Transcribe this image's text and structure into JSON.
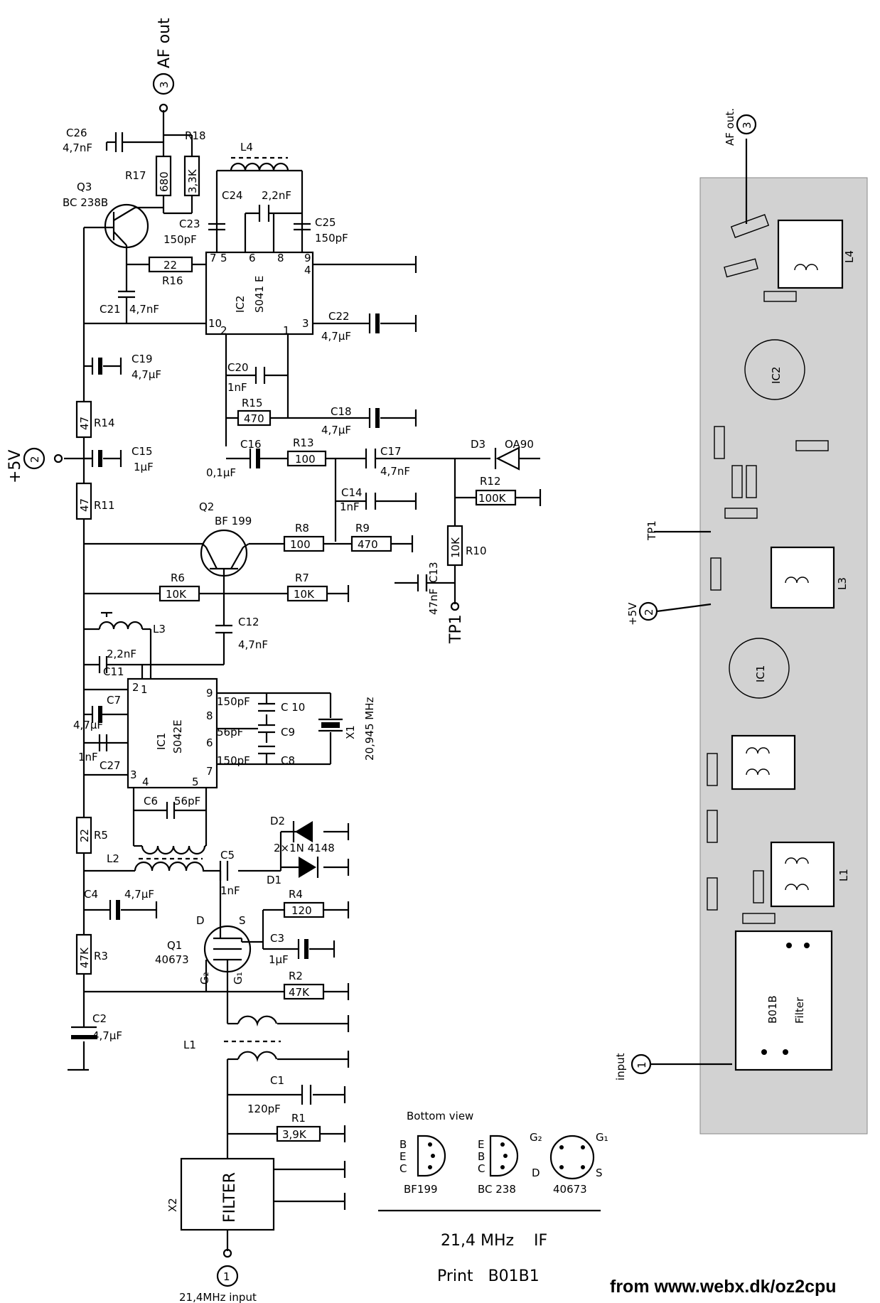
{
  "labels": {
    "af_out": "AF out",
    "af_out_pcb": "AF out.",
    "c26": "C26",
    "c26_v": "4,7nF",
    "r18": "R18",
    "r18_v": "3,3K",
    "r17": "R17",
    "r17_v": "680",
    "l4": "L4",
    "q3": "Q3",
    "q3_type": "BC 238B",
    "c24": "C24",
    "c24_v": "2,2nF",
    "c23": "C23",
    "c23_v": "150pF",
    "c25": "C25",
    "c25_v": "150pF",
    "r16": "R16",
    "r16_v": "22",
    "c21": "C21",
    "c21_v": "4,7nF",
    "ic2": "IC2",
    "ic2_type": "S041 E",
    "c22": "C22",
    "c22_v": "4,7µF",
    "c19": "C19",
    "c19_v": "4,7µF",
    "c20": "C20",
    "c20_v": "1nF",
    "r15": "R15",
    "r15_v": "470",
    "c18": "C18",
    "c18_v": "4,7µF",
    "r14": "R14",
    "r14_v": "47",
    "plus5v": "+5V",
    "c15": "C15",
    "c15_v": "1µF",
    "c16": "C16",
    "c16_v": "0,1µF",
    "r13": "R13",
    "r13_v": "100",
    "c17": "C17",
    "c17_v": "4,7nF",
    "d3": "D3",
    "d3_type": "OA90",
    "c14": "C14",
    "c14_v": "1nF",
    "r12": "R12",
    "r12_v": "100K",
    "r11": "R11",
    "r11_v": "47",
    "q2": "Q2",
    "q2_type": "BF 199",
    "r8": "R8",
    "r8_v": "100",
    "r9": "R9",
    "r9_v": "470",
    "r10": "R10",
    "r10_v": "10K",
    "c13": "C13",
    "c13_v": "47nF",
    "tp1": "TP1",
    "r6": "R6",
    "r6_v": "10K",
    "r7": "R7",
    "r7_v": "10K",
    "l3": "L3",
    "c12": "C12",
    "c12_v": "4,7nF",
    "c11": "C11",
    "c11_v": "2,2nF",
    "c7": "C7",
    "c7_v": "4,7µF",
    "ic1": "IC1",
    "ic1_type": "S042E",
    "c10": "C 10",
    "c10_v": "150pF",
    "c9": "C9",
    "c9_v": "56pF",
    "c8": "C8",
    "c8_v": "150pF",
    "x1": "X1",
    "x1_v": "20,945 MHz",
    "c27": "C27",
    "c27_v": "1nF",
    "c6": "C6",
    "c6_v": "56pF",
    "r5": "R5",
    "r5_v": "22",
    "d2": "D2",
    "d1": "D1",
    "diodes_v": "2×1N 4148",
    "l2": "L2",
    "c5": "C5",
    "c5_v": "1nF",
    "c4": "C4",
    "c4_v": "4,7µF",
    "r4": "R4",
    "r4_v": "120",
    "q1": "Q1",
    "q1_type": "40673",
    "d_pin": "D",
    "s_pin": "S",
    "g1_pin": "G₁",
    "g2_pin": "G₂",
    "c3": "C3",
    "c3_v": "1µF",
    "r3": "R3",
    "r3_v": "47K",
    "r2": "R2",
    "r2_v": "47K",
    "c2": "C2",
    "c2_v": "4,7µF",
    "l1": "L1",
    "c1": "C1",
    "c1_v": "120pF",
    "r1": "R1",
    "r1_v": "3,9K",
    "x2": "X2",
    "filter": "FILTER",
    "input_label": "21,4MHz input",
    "input_pcb": "input",
    "bottom_view": "Bottom view",
    "bf199": "BF199",
    "bc238": "BC 238",
    "p40673": "40673",
    "pin_b": "B",
    "pin_e": "E",
    "pin_c": "C",
    "pin_g2": "G₂",
    "pin_g1": "G₁",
    "pin_d": "D",
    "pin_s": "S",
    "title": "21,4 MHz    IF",
    "print": "Print   B01B1",
    "pcb_filter_code": "B01B",
    "pcb_filter_word": "Filter",
    "n1": "1",
    "n2": "2",
    "n3": "3",
    "pin4": "4",
    "pin5": "5",
    "pin6": "6",
    "pin7": "7",
    "pin8": "8",
    "pin9": "9",
    "pin10": "10"
  },
  "credit": "from www.webx.dk/oz2cpu"
}
